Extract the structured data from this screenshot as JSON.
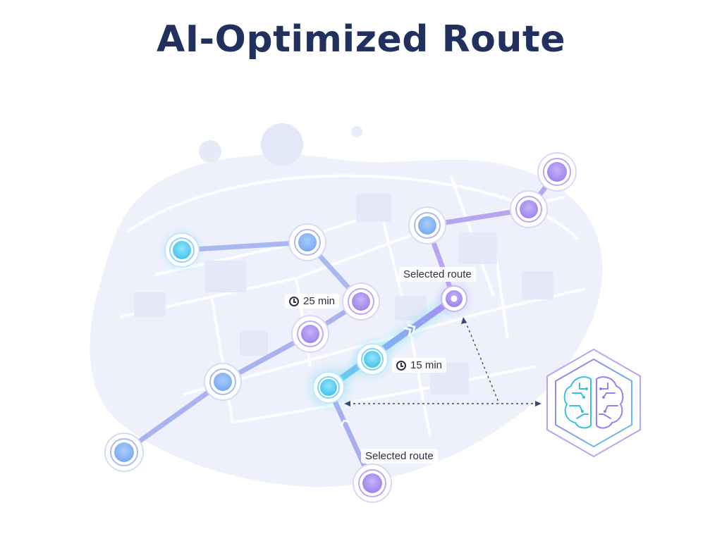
{
  "title": "AI-Optimized Route",
  "labels": {
    "selected_route_top": "Selected route",
    "selected_route_bottom": "Selected route",
    "time_long": "25 min",
    "time_short": "15 min"
  },
  "icons": {
    "clock": "clock-icon",
    "brain": "brain-icon",
    "arrow": "chevron-right-icon"
  },
  "colors": {
    "title": "#22305e",
    "route_blue": "#5fc7ea",
    "route_purple": "#a28ee8",
    "node_blue": "#8cb5f5",
    "node_purple": "#b09af0",
    "map_bg": "#eef1fb",
    "brain_cyan": "#38c0e0",
    "brain_violet": "#9a7ff0"
  }
}
